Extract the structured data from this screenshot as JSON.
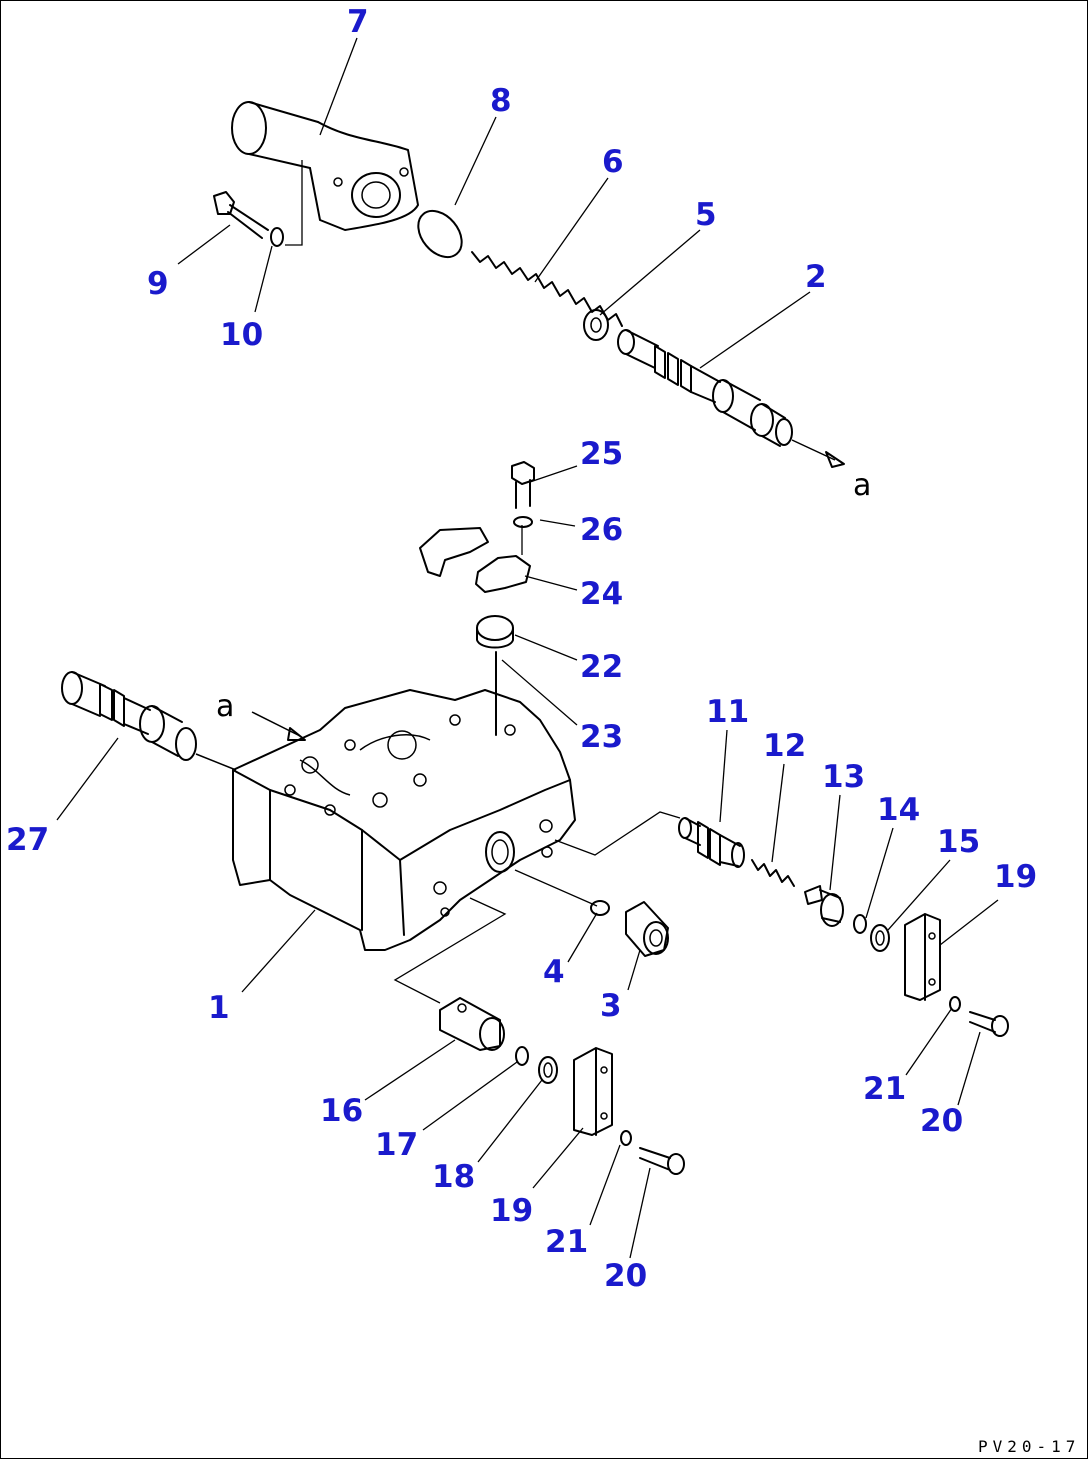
{
  "drawing_code": "PV20-17",
  "section_marker": "a",
  "accent_color": "#1a1acc",
  "callouts": [
    "7",
    "8",
    "6",
    "5",
    "2",
    "9",
    "10",
    "25",
    "26",
    "24",
    "22",
    "23",
    "11",
    "12",
    "13",
    "14",
    "15",
    "19",
    "27",
    "1",
    "4",
    "3",
    "21",
    "20",
    "16",
    "17",
    "18",
    "19",
    "21",
    "20"
  ]
}
